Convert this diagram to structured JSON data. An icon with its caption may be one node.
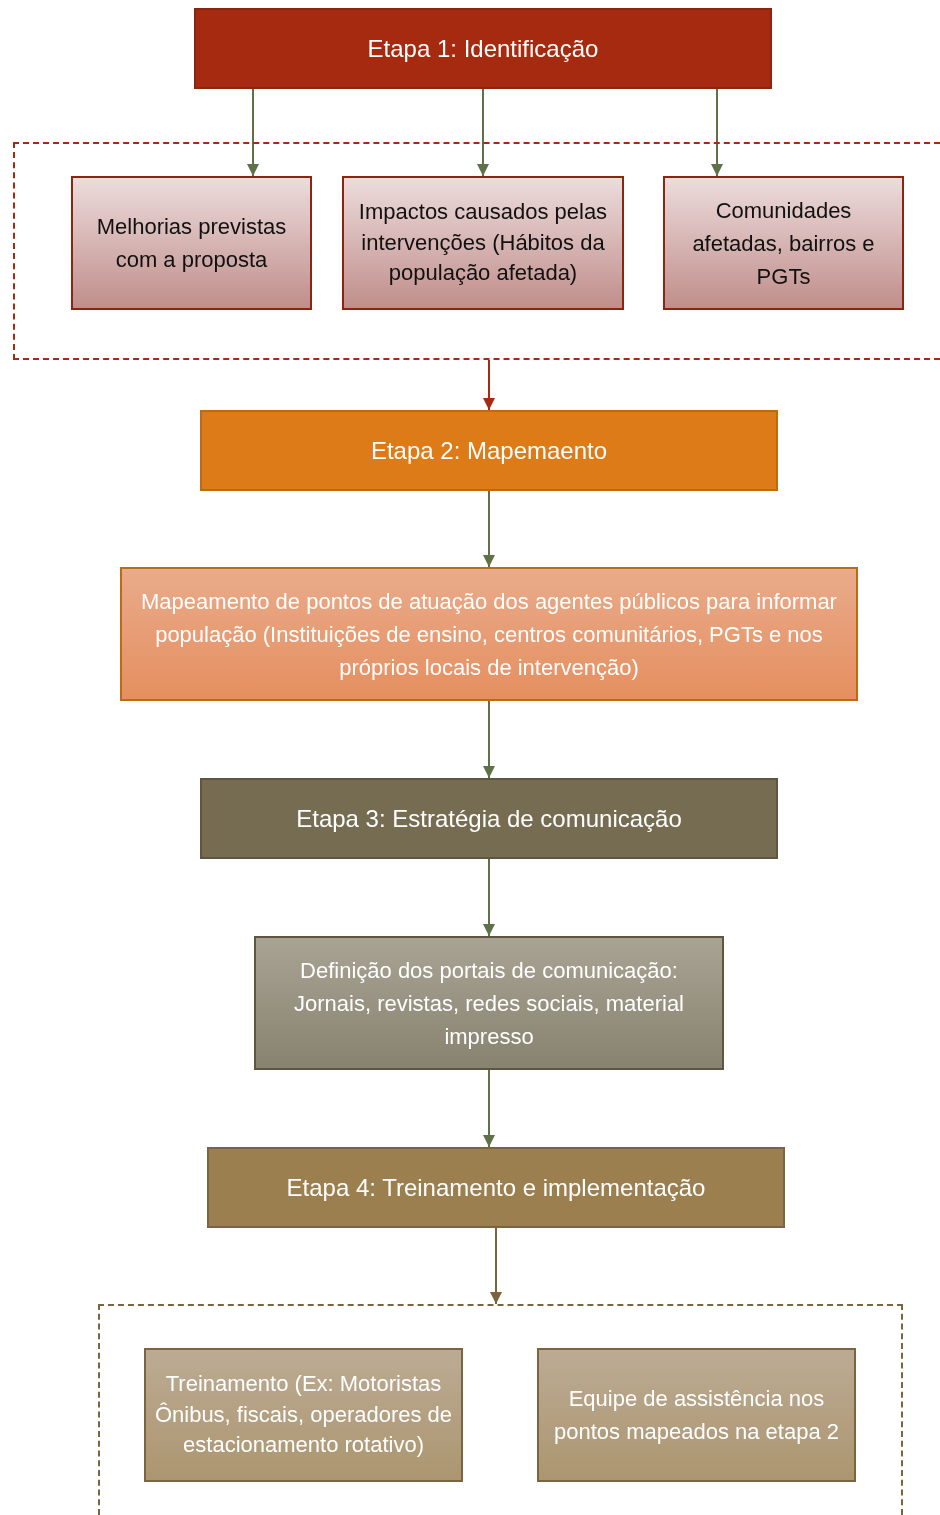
{
  "diagram": {
    "nodes": [
      {
        "text": [
          "Etapa 1: Identificação"
        ]
      },
      {
        "text": [],
        "shape": "box"
      },
      {
        "text": [
          "Melhorias previstas com a proposta"
        ],
        "in": 1
      },
      {
        "text": [
          "Impactos causados pelas intervenções (Hábitos da população afetada)"
        ],
        "in": 1
      },
      {
        "text": [
          "Comunidades afetadas, bairros e PGTs"
        ],
        "in": 1
      },
      {
        "text": [
          "Etapa 2: Mapemaento"
        ]
      },
      {
        "text": [
          "Mapeamento de pontos de atuação dos agentes públicos para informar população (Instituições de ensino, centros comunitários, PGTs e nos próprios locais de intervenção)"
        ]
      },
      {
        "text": [
          "Etapa 3: Estratégia de comunicação"
        ]
      },
      {
        "text": [
          "Definição dos portais de comunicação: Jornais, revistas, redes sociais, material impresso"
        ]
      },
      {
        "text": [
          "Etapa 4: Treinamento e implementação"
        ]
      },
      {
        "text": [],
        "shape": "box"
      },
      {
        "text": [
          "Treinamento (Ex: Motoristas Ônibus, fiscais, operadores de estacionamento rotativo)"
        ],
        "in": 10
      },
      {
        "text": [
          "Equipe de assistência nos pontos mapeados na etapa 2"
        ],
        "in": 10
      }
    ],
    "edges": [
      {
        "from": 0,
        "to": 2,
        "arrow": "to"
      },
      {
        "from": 0,
        "to": 3,
        "arrow": "to"
      },
      {
        "from": 0,
        "to": 4,
        "arrow": "to"
      },
      {
        "from": 1,
        "to": 5,
        "arrow": "to",
        "color": "#a52a0f"
      },
      {
        "from": 5,
        "to": 6,
        "arrow": "to"
      },
      {
        "from": 6,
        "to": 7,
        "arrow": "to"
      },
      {
        "from": 7,
        "to": 8,
        "arrow": "to"
      },
      {
        "from": 8,
        "to": 9,
        "arrow": "to"
      },
      {
        "from": 9,
        "to": 10,
        "arrow": "to",
        "color": "#7a6540"
      }
    ]
  }
}
